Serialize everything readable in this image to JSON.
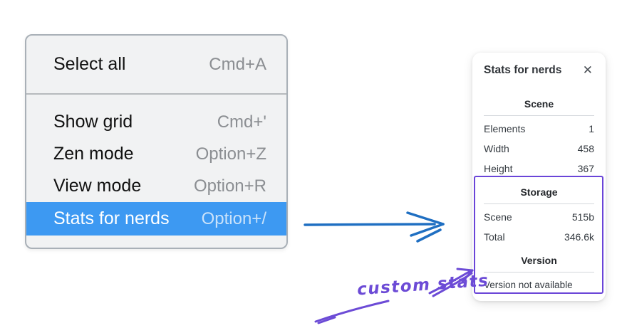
{
  "menu": {
    "items": [
      {
        "label": "Select all",
        "shortcut": "Cmd+A",
        "selected": false
      },
      {
        "label": "Show grid",
        "shortcut": "Cmd+'",
        "selected": false
      },
      {
        "label": "Zen mode",
        "shortcut": "Option+Z",
        "selected": false
      },
      {
        "label": "View mode",
        "shortcut": "Option+R",
        "selected": false
      },
      {
        "label": "Stats for nerds",
        "shortcut": "Option+/",
        "selected": true
      }
    ]
  },
  "stats_panel": {
    "title": "Stats for nerds",
    "close_icon": "✕",
    "sections": [
      {
        "heading": "Scene",
        "rows": [
          [
            "Elements",
            "1"
          ],
          [
            "Width",
            "458"
          ],
          [
            "Height",
            "367"
          ]
        ]
      },
      {
        "heading": "Storage",
        "rows": [
          [
            "Scene",
            "515b"
          ],
          [
            "Total",
            "346.6k"
          ]
        ]
      },
      {
        "heading": "Version",
        "note": "Version not available"
      }
    ]
  },
  "annotation": {
    "label": "custom stats"
  },
  "colors": {
    "menu_highlight": "#3d99f2",
    "menu_background": "#f1f2f3",
    "shortcut_gray": "#8b8e92",
    "arrow_blue": "#1f6fc2",
    "annotation_purple": "#6a45d8",
    "panel_text": "#343a40"
  }
}
